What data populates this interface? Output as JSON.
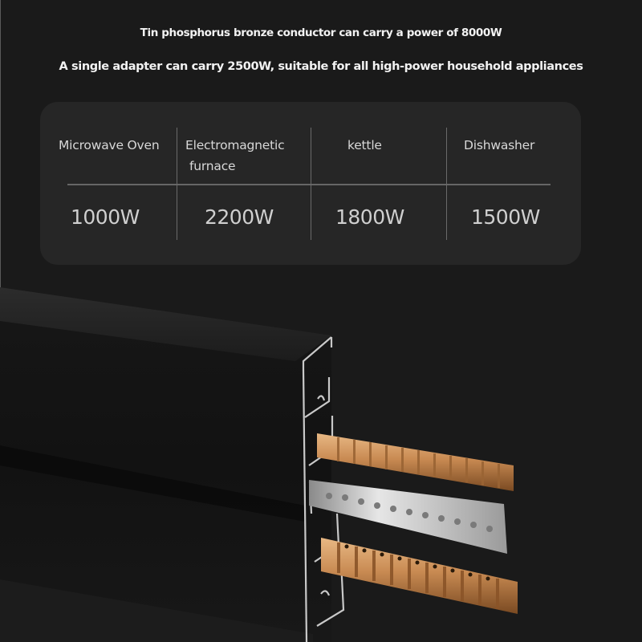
{
  "headlines": {
    "line1": "Tin phosphorus bronze conductor can carry a power of 8000W",
    "line2": "A single adapter can carry 2500W, suitable for all high-power household appliances"
  },
  "power_table": {
    "columns": [
      {
        "label_line1": "Microwave Oven",
        "label_line2": "",
        "value": "1000W"
      },
      {
        "label_line1": "Electromagnetic",
        "label_line2": "furnace",
        "value": "2200W"
      },
      {
        "label_line1": "kettle",
        "label_line2": "",
        "value": "1800W"
      },
      {
        "label_line1": "Dishwasher",
        "label_line2": "",
        "value": "1500W"
      }
    ]
  },
  "product_image": {
    "subject": "aluminum power track rail cross-section with copper and silver conductor strips",
    "colors": {
      "background": "#1a1a1a",
      "panel": "#262626",
      "copper": "#c8915a",
      "silver": "#c8c8c8",
      "rail": "#141414"
    }
  }
}
